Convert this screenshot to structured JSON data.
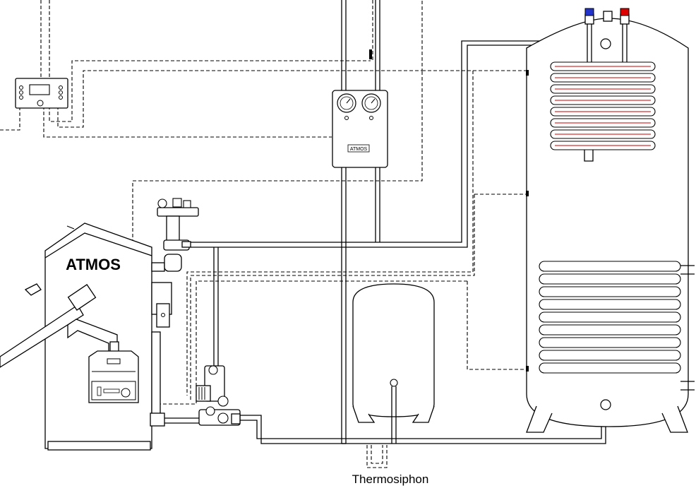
{
  "labels": {
    "boiler_brand": "ATMOS",
    "station_brand": "ATMOS",
    "thermosiphon": "Thermosiphon"
  },
  "colors": {
    "line": "#000000",
    "background": "#ffffff",
    "hot_connection": "#dd0000",
    "cold_connection": "#2233cc",
    "hot_coil_line": "#cc0000"
  }
}
